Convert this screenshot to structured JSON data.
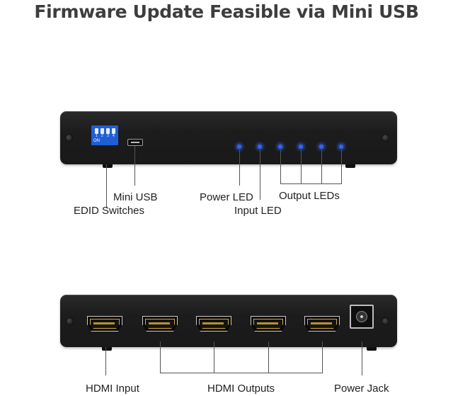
{
  "title": "Firmware Update Feasible via Mini USB",
  "top_device": {
    "dip_switch": {
      "on_label": "ON",
      "numbers": [
        "1",
        "2",
        "3",
        "4"
      ]
    },
    "labels": {
      "mini_usb": "Mini USB",
      "edid_switches": "EDID Switches",
      "power_led": "Power LED",
      "input_led": "Input LED",
      "output_leds": "Output LEDs"
    },
    "led_color": "#2d63ff"
  },
  "bottom_device": {
    "labels": {
      "hdmi_input": "HDMI Input",
      "hdmi_outputs": "HDMI Outputs",
      "power_jack": "Power Jack"
    },
    "connector_accent": "#d4a842"
  }
}
